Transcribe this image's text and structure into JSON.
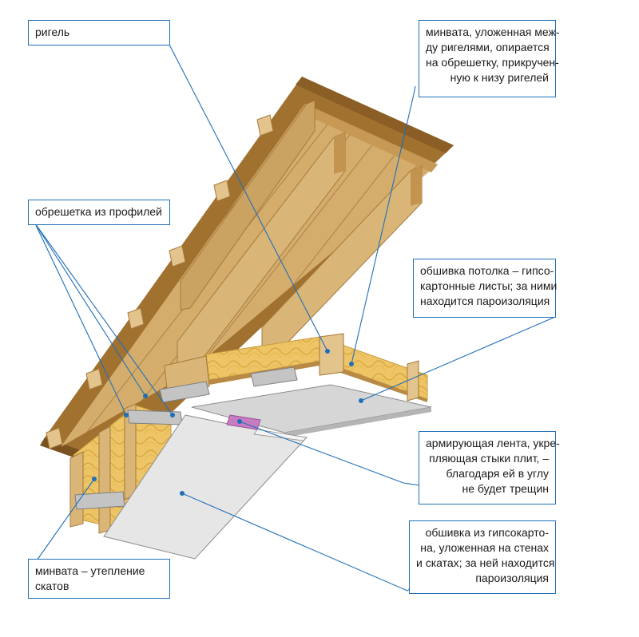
{
  "labels": {
    "rigel": {
      "lines": [
        "ригель"
      ]
    },
    "minvata_top": {
      "lines": [
        "минвата, уложенная меж-",
        "ду ригелями, опирается",
        "на обрешетку, прикручен-",
        "ную к низу ригелей"
      ]
    },
    "obreshetka": {
      "lines": [
        "обрешетка из профилей"
      ]
    },
    "obshivka_potolka": {
      "lines": [
        "обшивка потолка – гипсо-",
        "картонные листы; за ними",
        "находится пароизоляция"
      ]
    },
    "lenta": {
      "lines": [
        "армирующая лента, укре-",
        "пляющая стыки плит, –",
        "благодаря ей в углу",
        "не будет трещин"
      ]
    },
    "obshivka_sten": {
      "lines": [
        "обшивка из гипсокарто-",
        "на, уложенная на стенах",
        "и скатах; за ней находится",
        "пароизоляция"
      ]
    },
    "minvata_bottom": {
      "lines": [
        "минвата – утепление",
        "скатов"
      ]
    }
  },
  "colors": {
    "leader": "#1f6fb8",
    "roof_board": "#a0712f",
    "wood_light": "#e3c48c",
    "wood_mid": "#d4ad6c",
    "wood_dark": "#b98a46",
    "insulation": "#edc566",
    "drywall": "#d9d9d9",
    "tape": "#c77bc0",
    "profile": "#b9b9b9"
  }
}
